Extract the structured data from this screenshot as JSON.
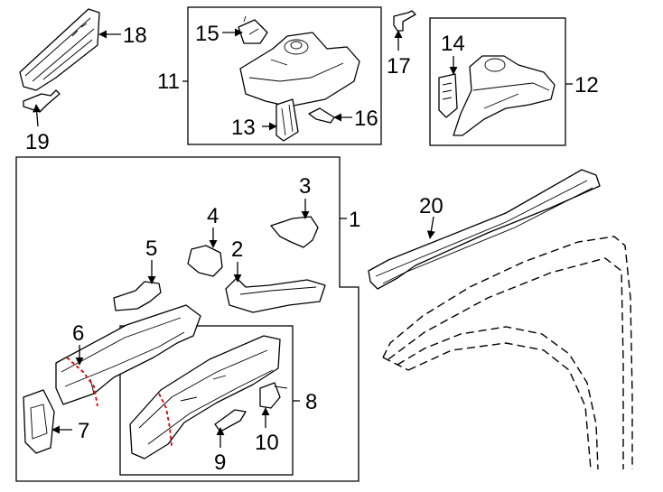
{
  "callouts": {
    "c1": "1",
    "c2": "2",
    "c3": "3",
    "c4": "4",
    "c5": "5",
    "c6": "6",
    "c7": "7",
    "c8": "8",
    "c9": "9",
    "c10": "10",
    "c11": "11",
    "c12": "12",
    "c13": "13",
    "c14": "14",
    "c15": "15",
    "c16": "16",
    "c17": "17",
    "c18": "18",
    "c19": "19",
    "c20": "20"
  },
  "colors": {
    "line": "#000000",
    "cut_line": "#e00000",
    "background": "#ffffff"
  }
}
